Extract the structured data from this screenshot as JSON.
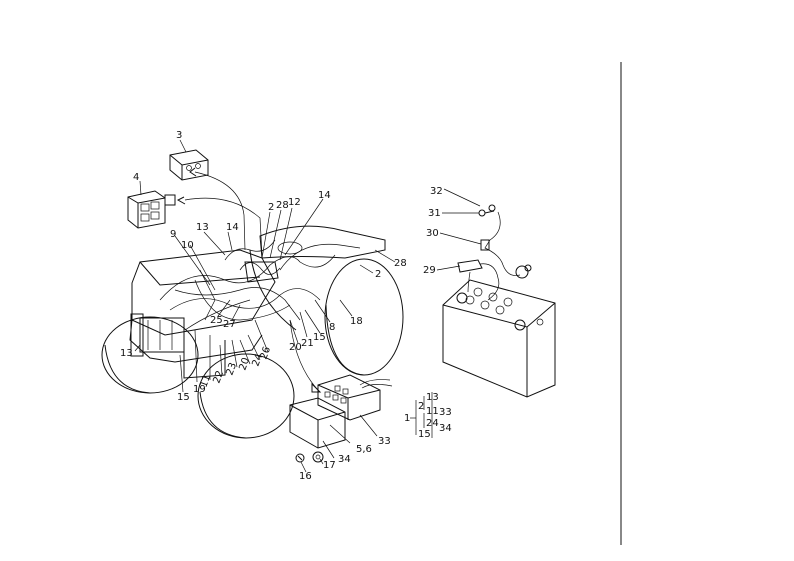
{
  "labels": {
    "l1": "1",
    "l2": "2",
    "l3": "3",
    "l4": "4",
    "l5_6": "5,6",
    "l8": "8",
    "l9": "9",
    "l10": "10",
    "l11": "11",
    "l12": "12",
    "l13": "13",
    "l14": "14",
    "l15": "15",
    "l16": "16",
    "l17": "17",
    "l18": "18",
    "l19": "19",
    "l20": "20",
    "l21": "21",
    "l22": "22",
    "l23": "23",
    "l24": "24",
    "l25": "25",
    "l26": "26",
    "l27": "27",
    "l28": "28",
    "l29": "29",
    "l30": "30",
    "l31": "31",
    "l32": "32",
    "l33": "33",
    "l34": "34"
  }
}
